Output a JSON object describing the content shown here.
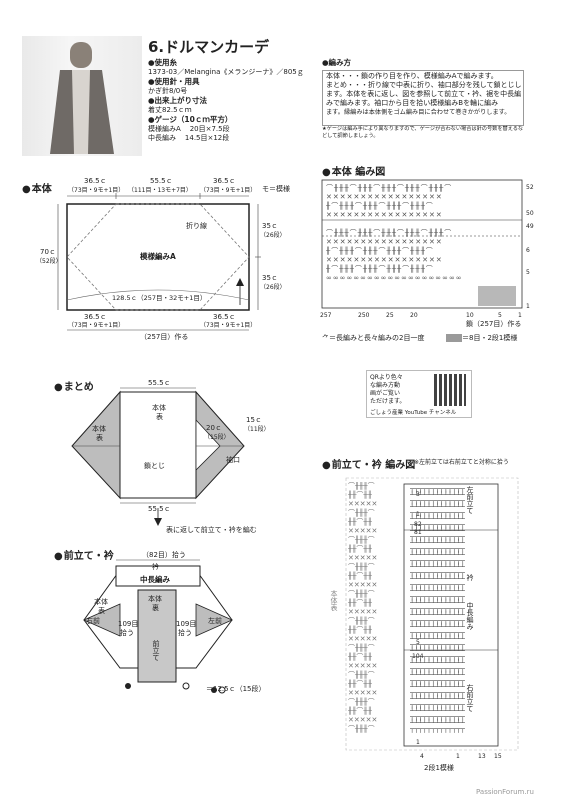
{
  "title": "6.ドルマンカーデ",
  "materials": {
    "yarn_heading": "使用糸",
    "yarn": "1373-03／Melangina《メランジーナ》／805ｇ",
    "tools_heading": "使用針・用具",
    "hook": "かぎ針8/0号",
    "size_heading": "出来上がり寸法",
    "length": "着丈82.5ｃｍ",
    "gauge_heading": "ゲージ（10ｃｍ平方）",
    "gauge_a_label": "模様編みA",
    "gauge_a_value": "20目×7.5段",
    "gauge_b_label": "中長編み",
    "gauge_b_value": "14.5目×12段"
  },
  "instructions": {
    "heading": "編み方",
    "body1": "本体・・・鎖の作り目を作り、模様編みAで編みます。",
    "body2": "まとめ・・・折り線で中表に折り、袖口部分を残して鎖とじし",
    "body3": "ます。本体を表に返し、図を参照して前立て・衿、裾を中長編",
    "body4": "みで編みます。袖口から目を拾い模様編みBを輪に編み",
    "body5": "ます。縁編みは本体側をゴム編み目に合わせて巻きかがりします。",
    "note": "★ゲージは編み手により異なりますので、ゲージが合わない場合は針の号数を替えるなどして調節しましょう。"
  },
  "body_diagram": {
    "heading": "本体",
    "top1": "36.5ｃ",
    "top1b": "（73目・9モ+1目）",
    "top2": "55.5ｃ",
    "top2b": "（111目・13モ+7目）",
    "top3": "36.5ｃ",
    "top3b": "（73目・9モ+1目）",
    "motif": "モ＝模様",
    "fold": "折り線",
    "pattern": "模様編みA",
    "left_h": "70ｃ",
    "left_hb": "（52段）",
    "right1": "35ｃ",
    "right1b": "（26段）",
    "right2": "35ｃ",
    "right2b": "（26段）",
    "inner": "128.5ｃ（257目・32モ+1目）",
    "bottom1": "36.5ｃ",
    "bottom1b": "（73目・9モ+1目）",
    "bottom2": "36.5ｃ",
    "bottom2b": "（73目・9モ+1目）",
    "bottom_total": "（257目）作る"
  },
  "chart_a": {
    "heading": "本体 編み図",
    "row_labels": [
      "52",
      "50",
      "49",
      "6",
      "5",
      "1"
    ],
    "col_labels": [
      "257",
      "250",
      "25",
      "20",
      "10",
      "5",
      "1"
    ],
    "chain_note": "鎖（257目）作る",
    "legend1": "＝長編みと長々編みの2目一度",
    "legend2": "＝8目・2段1模様"
  },
  "qr": {
    "text1": "QRより色々",
    "text2": "な編み方動",
    "text3": "画がご覧い",
    "text4": "ただけます。",
    "channel": "ごしょう産業 YouTube チャンネル"
  },
  "assembly": {
    "heading": "まとめ",
    "top": "55.5ｃ",
    "bottom": "55.5ｃ",
    "front_label1": "本体",
    "front_label2": "表",
    "left_label1": "本体",
    "left_label2": "表",
    "seam": "鎖とじ",
    "sleeve_w": "15ｃ",
    "sleeve_wb": "（11段）",
    "inner_w": "20ｃ",
    "inner_wb": "（15段）",
    "cuff": "袖口",
    "turn": "表に返して前立て・衿を編む"
  },
  "front_band": {
    "heading": "前立て・衿",
    "pick": "（82目）拾う",
    "collar": "衿",
    "method": "中長編み",
    "body_back1": "本体",
    "body_back2": "裏",
    "body_front1": "本体",
    "body_front2": "表",
    "right_front": "右前",
    "left_front": "左前",
    "pick_left1": "109目",
    "pick_left2": "拾う",
    "pick_right1": "109目",
    "pick_right2": "拾う",
    "band_label": "前立て",
    "legend": "＝12.5ｃ（15段）"
  },
  "chart_b": {
    "heading": "前立て・衿 編み図",
    "note": "※左前立ては右前立てと対称に拾う",
    "left_front": "左前立て",
    "collar": "衿",
    "method": "中長編み",
    "right_front": "右前立て",
    "body_label": "本体表",
    "row_labels": [
      "3",
      "1",
      "82",
      "81",
      "5",
      "104",
      "1"
    ],
    "col_labels": [
      "4",
      "1",
      "13",
      "15"
    ],
    "motif": "2段1模様"
  },
  "footer": "PassionForum.ru"
}
